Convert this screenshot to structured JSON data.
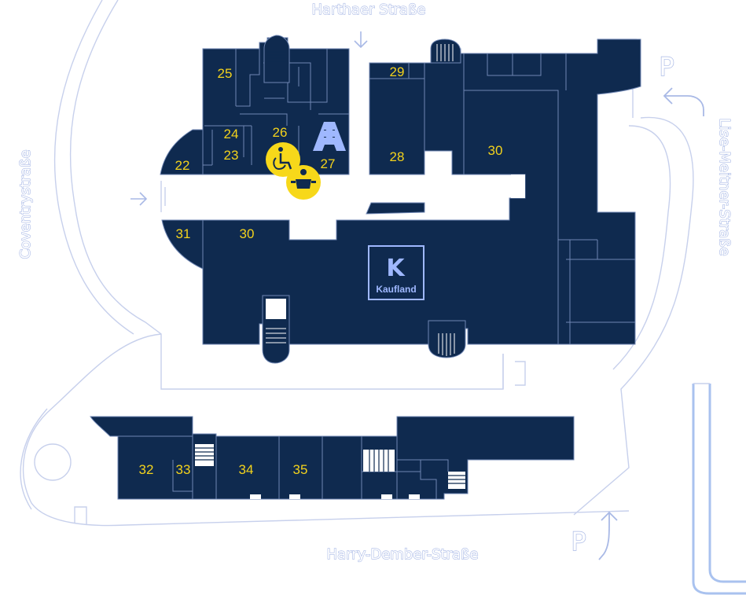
{
  "streets": {
    "north": "Harthaer Straße",
    "east": "Lise-Meitner-Straße",
    "west": "Coventrystraße",
    "south": "Harry-Dember-Straße"
  },
  "units": {
    "u22": "22",
    "u23": "23",
    "u24": "24",
    "u25": "25",
    "u26": "26",
    "u27": "27",
    "u28": "28",
    "u29": "29",
    "u30a": "30",
    "u30b": "30",
    "u31": "31",
    "u32": "32",
    "u33": "33",
    "u34": "34",
    "u35": "35"
  },
  "anchor_store": {
    "logo_letter": "K",
    "name": "Kaufland"
  },
  "parking": {
    "label": "P"
  },
  "icons": [
    "pharmacy-icon",
    "wheelchair-icon",
    "baby-changing-icon",
    "parking-icon",
    "entrance-arrow-icon"
  ],
  "colors": {
    "building": "#0f2a4f",
    "unit_label": "#f3d21c",
    "icon_badge": "#f7d81a",
    "pharmacy": "#9fb8ff",
    "road_outline": "#c7d0ec"
  }
}
